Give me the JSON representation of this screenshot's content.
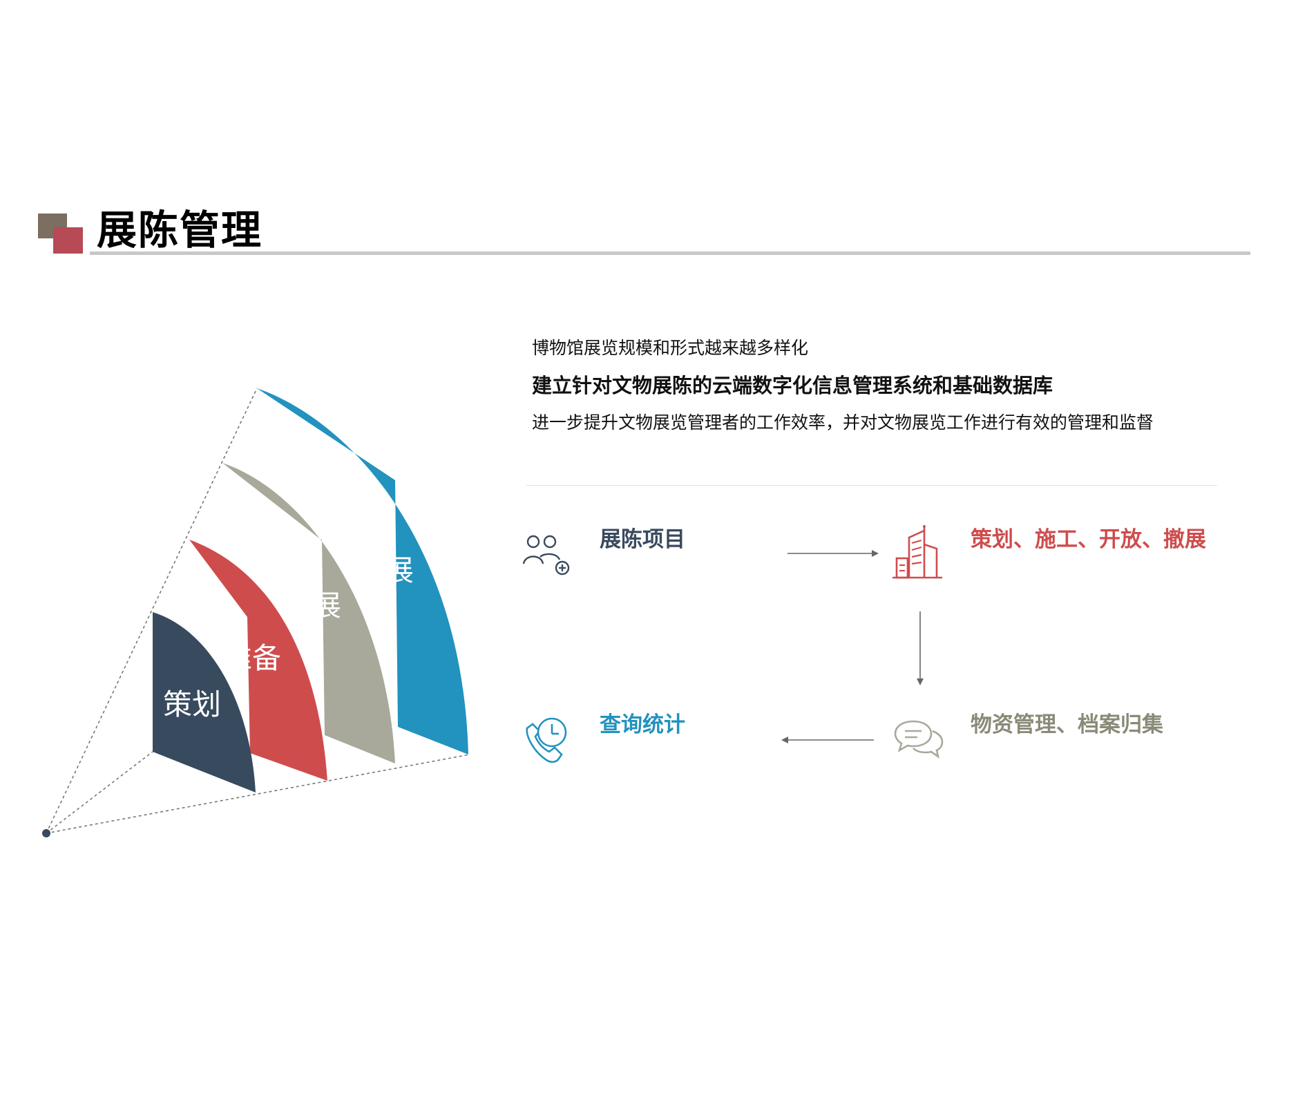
{
  "header": {
    "title": "展陈管理"
  },
  "intro": {
    "line1": "博物馆展览规模和形式越来越多样化",
    "line2": "建立针对文物展陈的云端数字化信息管理系统和基础数据库",
    "line3": "进一步提升文物展览管理者的工作效率，并对文物展览工作进行有效的管理和监督"
  },
  "fan": {
    "stages": [
      {
        "label": "策划",
        "color": "#374a5e"
      },
      {
        "label": "准备",
        "color": "#cf4c4d"
      },
      {
        "label": "布展",
        "color": "#a8a89b"
      },
      {
        "label": "撤展",
        "color": "#2292bf"
      }
    ]
  },
  "flow": {
    "items": [
      {
        "label": "展陈项目",
        "color": "#3a4a5e",
        "icon": "people-add-icon"
      },
      {
        "label": "策划、施工、开放、撤展",
        "color": "#cf4c4d",
        "icon": "building-icon"
      },
      {
        "label": "物资管理、档案归集",
        "color": "#8a8a78",
        "icon": "chat-bubbles-icon"
      },
      {
        "label": "查询统计",
        "color": "#2292bf",
        "icon": "phone-clock-icon"
      }
    ]
  }
}
